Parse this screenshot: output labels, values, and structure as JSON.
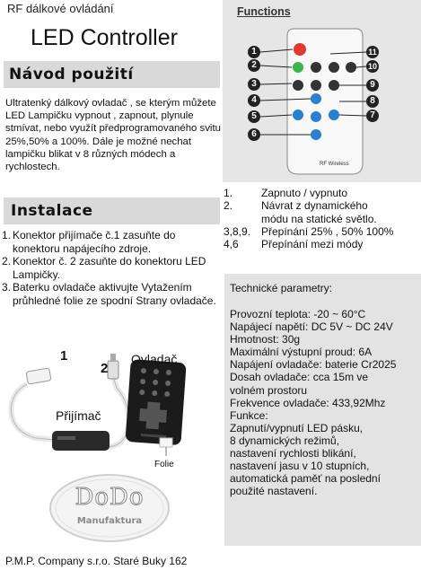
{
  "header": {
    "rf_title": "RF dálkové ovládání",
    "product_title": "LED Controller"
  },
  "guide": {
    "heading": "Návod použití",
    "description": "Ultratenký dálkový ovladač , se kterým můžete LED Lampičku vypnout , zapnout, plynule stmívat, nebo využít předprogramovaného svitu 25%,50% a 100%. Dále je možné nechat lampičku blikat v 8 různých módech  a rychlostech."
  },
  "install": {
    "heading": "Instalace",
    "steps": [
      {
        "num": "1.",
        "text": "Konektor přijímače č.1 zasuňte do konektoru napájecího zdroje."
      },
      {
        "num": "2.",
        "text": "Konektor č. 2 zasuňte do konektoru LED Lampičky."
      },
      {
        "num": "3.",
        "text": "Baterku ovladače aktivujte Vytažením průhledné folie ze spodní Strany ovladače."
      }
    ]
  },
  "kit": {
    "label_1": "1",
    "label_2": "2",
    "receiver": "Přijímač",
    "controller": "Ovladač",
    "foil": "Folie"
  },
  "logo": {
    "main": "DoDo",
    "sub": "Manufaktura"
  },
  "functions": {
    "heading": "Functions",
    "remote_brand": "RF Wireless",
    "callouts": [
      "1",
      "2",
      "3",
      "4",
      "5",
      "6",
      "7",
      "8",
      "9",
      "10",
      "11"
    ],
    "list": [
      {
        "num": "1.",
        "text": "Zapnuto / vypnuto"
      },
      {
        "num": "2.",
        "text": "Návrat z dynamického"
      },
      {
        "num": "",
        "text": "módu na statické světlo."
      },
      {
        "num": "3,8,9.",
        "text": "Přepínání 25% , 50% 100%"
      },
      {
        "num": "4,6",
        "text": "Přepínání mezi módy"
      }
    ]
  },
  "tech": {
    "heading": "Technické parametry:",
    "lines": [
      "Provozní teplota: -20 ~ 60°C",
      "Napájecí napětí: DC 5V ~ DC 24V",
      "Hmotnost: 30g",
      "Maximální výstupní proud: 6A",
      "Napájení ovladače: baterie Cr2025",
      "Dosah ovladače: cca 15m ve",
      "volném prostoru",
      "Frekvence ovladače: 433,92Mhz",
      "Funkce:",
      "Zapnutí/vypnutí LED pásku,",
      "8 dynamických režimů,",
      "nastavení rychlosti blikání,",
      "nastavení jasu v 10 stupních,",
      "automatická paměť na poslední",
      "použité nastavení."
    ]
  },
  "footer": {
    "company": "P.M.P. Company s.r.o. Staré Buky 162"
  }
}
